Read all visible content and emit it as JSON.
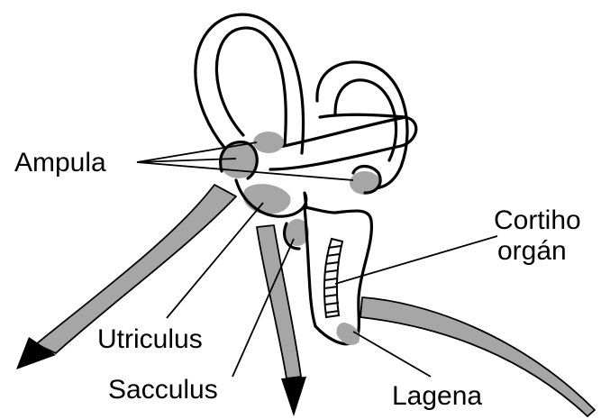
{
  "labels": {
    "ampula": "Ampula",
    "cortiho_line1": "Cortiho",
    "cortiho_line2": "orgán",
    "utriculus": "Utriculus",
    "sacculus": "Sacculus",
    "lagena": "Lagena"
  },
  "colors": {
    "outline": "#000000",
    "shading": "#a6a6a6",
    "background": "#ffffff"
  }
}
